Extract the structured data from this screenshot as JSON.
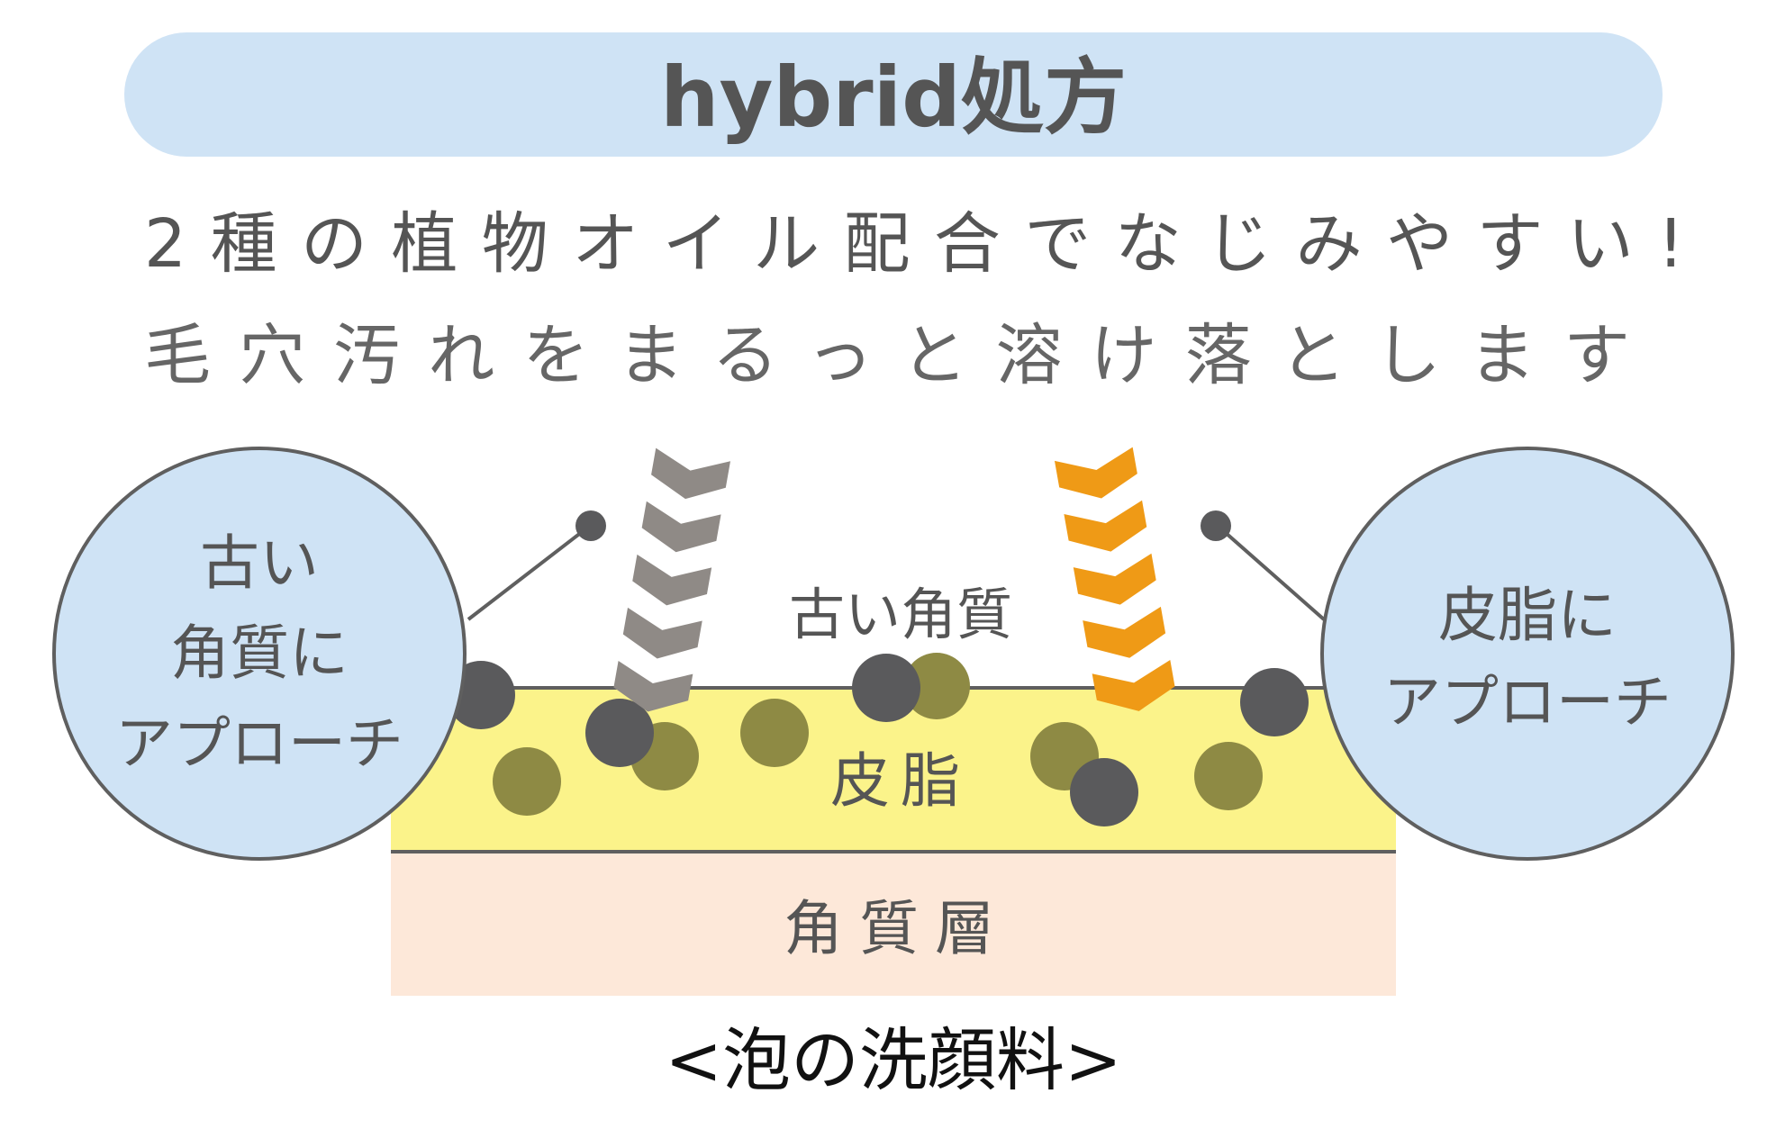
{
  "header": {
    "title": "hybrid処方"
  },
  "subtitle": {
    "line1": "2種の植物オイル配合でなじみやすい!",
    "line2": "毛穴汚れをまるっと溶け落とします"
  },
  "callouts": {
    "left": {
      "line1": "古い",
      "line2": "角質に",
      "line3": "アプローチ"
    },
    "right": {
      "line1": "皮脂に",
      "line2": "アプローチ"
    }
  },
  "layers": {
    "old_keratin": "古い角質",
    "sebum": "皮脂",
    "stratum_corneum": "角質層"
  },
  "caption": "<泡の洗顔料>",
  "icons": {
    "gray_arrow": "chevron-down-stack-icon",
    "orange_arrow": "chevron-down-stack-icon"
  },
  "colors": {
    "header_bg": "#cfe3f5",
    "circle_fill": "#cfe3f5",
    "circle_stroke": "#5f5f5f",
    "text": "#555555",
    "sebum_layer": "#fbf38a",
    "stratum_layer": "#fde8d9",
    "gray_arrow": "#8f8a86",
    "orange_arrow": "#ef9a16",
    "dark_particle": "#5a5a5c",
    "olive_particle": "#8e8a44"
  }
}
